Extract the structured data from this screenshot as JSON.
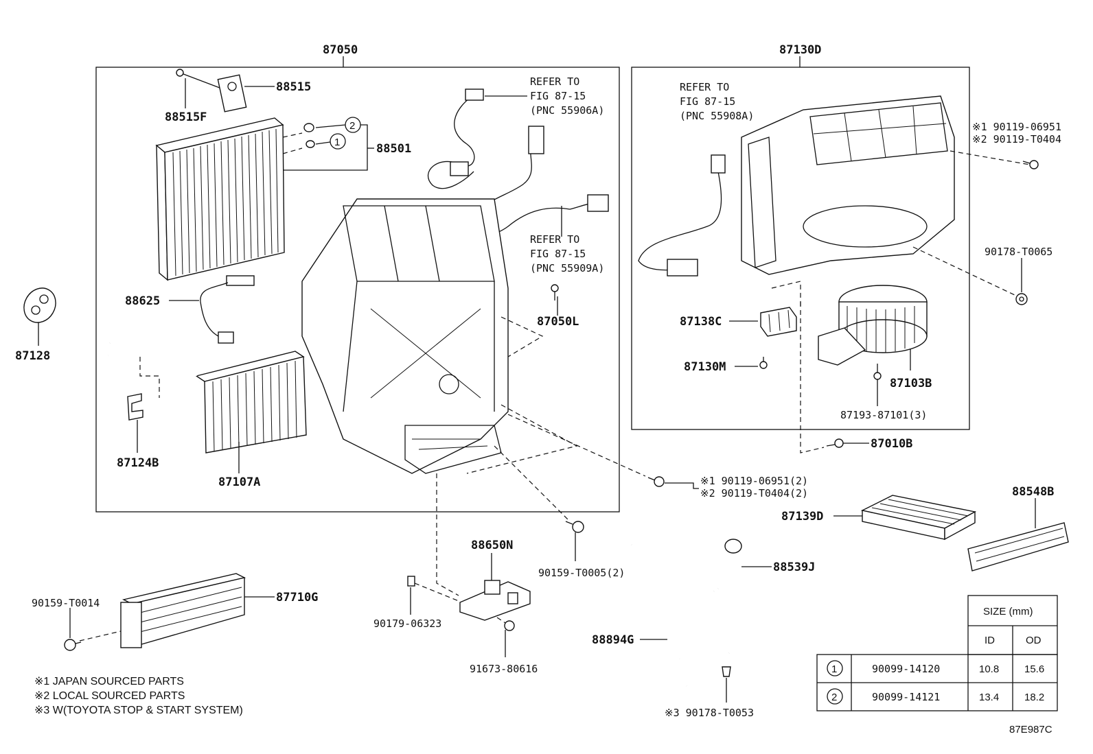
{
  "assembly_labels": {
    "a87050": "87050",
    "a87130d": "87130D"
  },
  "parts": {
    "p88515": "88515",
    "p88515f": "88515F",
    "p88501": "88501",
    "p88625": "88625",
    "p87128": "87128",
    "p87124b": "87124B",
    "p87107a": "87107A",
    "p87050l": "87050L",
    "p87138c": "87138C",
    "p87130m": "87130M",
    "p87103b": "87103B",
    "p87193": "87193-87101(3)",
    "p87010b": "87010B",
    "p90178_t0065": "90178-T0065",
    "p90119_a1": "※1 90119-06951",
    "p90119_a2": "※2 90119-T0404",
    "p90119_b1": "※1 90119-06951(2)",
    "p90119_b2": "※2 90119-T0404(2)",
    "p87139d": "87139D",
    "p88548b": "88548B",
    "p88650n": "88650N",
    "p90159_t0005": "90159-T0005(2)",
    "p88539j": "88539J",
    "p90159_t0014": "90159-T0014",
    "p87710g": "87710G",
    "p90179": "90179-06323",
    "p91673": "91673-80616",
    "p88894g": "88894G",
    "p90178_t0053": "※3 90178-T0053"
  },
  "refer": {
    "r1": [
      "REFER TO",
      "FIG 87-15",
      "(PNC 55906A)"
    ],
    "r2": [
      "REFER TO",
      "FIG 87-15",
      "(PNC 55909A)"
    ],
    "r3": [
      "REFER TO",
      "FIG 87-15",
      "(PNC 55908A)"
    ]
  },
  "callouts": {
    "c1": "1",
    "c2": "2"
  },
  "notes": [
    "※1 JAPAN SOURCED PARTS",
    "※2 LOCAL SOURCED PARTS",
    "※3 W(TOYOTA STOP & START SYSTEM)"
  ],
  "size_table": {
    "header": "SIZE (mm)",
    "col_id": "ID",
    "col_od": "OD",
    "rows": [
      {
        "key": "1",
        "part": "90099-14120",
        "id": "10.8",
        "od": "15.6"
      },
      {
        "key": "2",
        "part": "90099-14121",
        "id": "13.4",
        "od": "18.2"
      }
    ]
  },
  "figure_code": "87E987C"
}
